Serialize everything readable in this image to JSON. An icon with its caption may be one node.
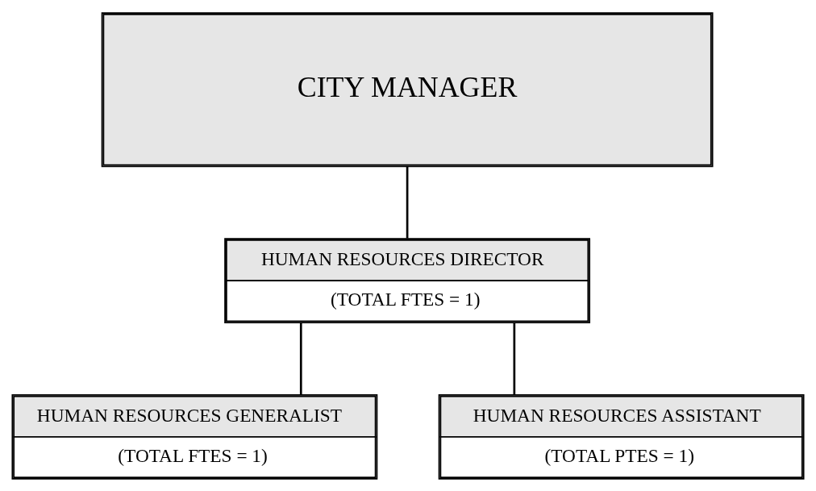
{
  "diagram": {
    "nodes": [
      {
        "text": [
          "CITY MANAGER"
        ]
      },
      {
        "text": [
          "HUMAN RESOURCES DIRECTOR",
          "(TOTAL FTES = 1)"
        ]
      },
      {
        "text": [
          "HUMAN RESOURCES GENERALIST",
          "(TOTAL FTES = 1)"
        ]
      },
      {
        "text": [
          "HUMAN RESOURCES ASSISTANT",
          "(TOTAL PTES = 1)"
        ]
      }
    ],
    "edges": [
      {
        "from": 0,
        "to": 1,
        "arrow": "none"
      },
      {
        "from": 1,
        "to": 2,
        "arrow": "none"
      },
      {
        "from": 1,
        "to": 3,
        "arrow": "none"
      }
    ]
  }
}
